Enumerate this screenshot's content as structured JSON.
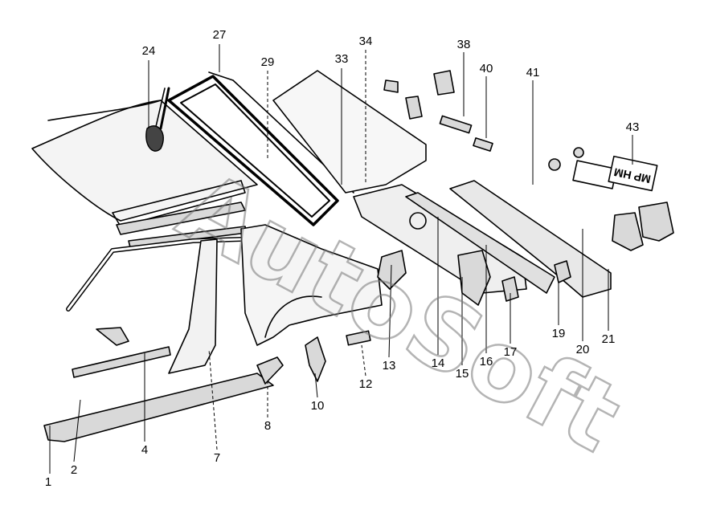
{
  "watermark": "AutoSoft",
  "callouts": [
    "1",
    "2",
    "4",
    "7",
    "8",
    "10",
    "12",
    "13",
    "14",
    "15",
    "16",
    "17",
    "19",
    "20",
    "21",
    "24",
    "27",
    "29",
    "33",
    "34",
    "38",
    "40",
    "41",
    "43"
  ],
  "plate_text": "MP HM"
}
